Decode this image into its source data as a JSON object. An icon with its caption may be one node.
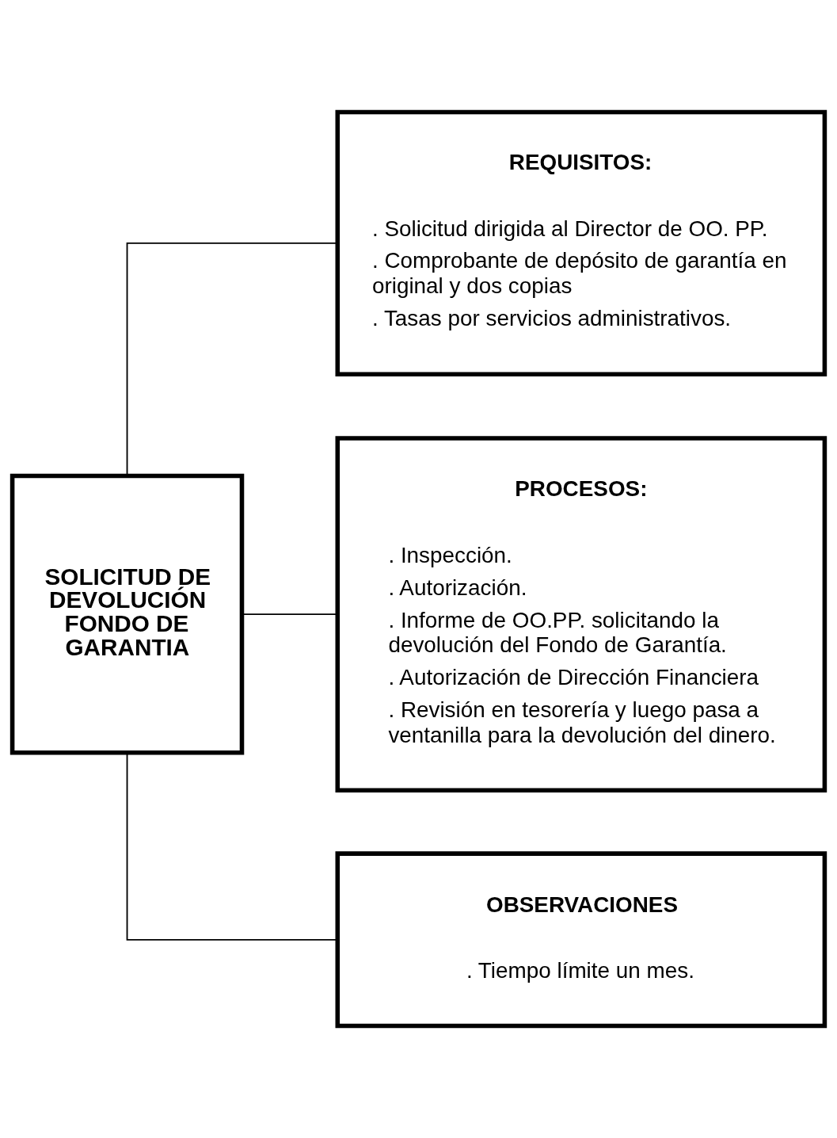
{
  "diagram": {
    "nodes": [
      {
        "text": [
          "SOLICITUD DE DEVOLUCIÓN FONDO DE GARANTIA"
        ]
      },
      {
        "text": [
          "REQUISITOS:",
          ". Solicitud dirigida al Director de OO. PP.",
          ". Comprobante de depósito de garantía en original y dos copias",
          ". Tasas por servicios administrativos."
        ]
      },
      {
        "text": [
          "PROCESOS:",
          ". Inspección.",
          ". Autorización.",
          ". Informe de OO.PP. solicitando la devolución del Fondo de Garantía.",
          ". Autorización de Dirección Financiera",
          ". Revisión en tesorería y luego pasa a ventanilla para la devolución del dinero."
        ]
      },
      {
        "text": [
          "OBSERVACIONES",
          ". Tiempo límite un mes."
        ]
      }
    ],
    "edges": [
      {
        "from": 0,
        "to": 1,
        "arrow": "none"
      },
      {
        "from": 0,
        "to": 2,
        "arrow": "none"
      },
      {
        "from": 0,
        "to": 3,
        "arrow": "none"
      }
    ]
  }
}
